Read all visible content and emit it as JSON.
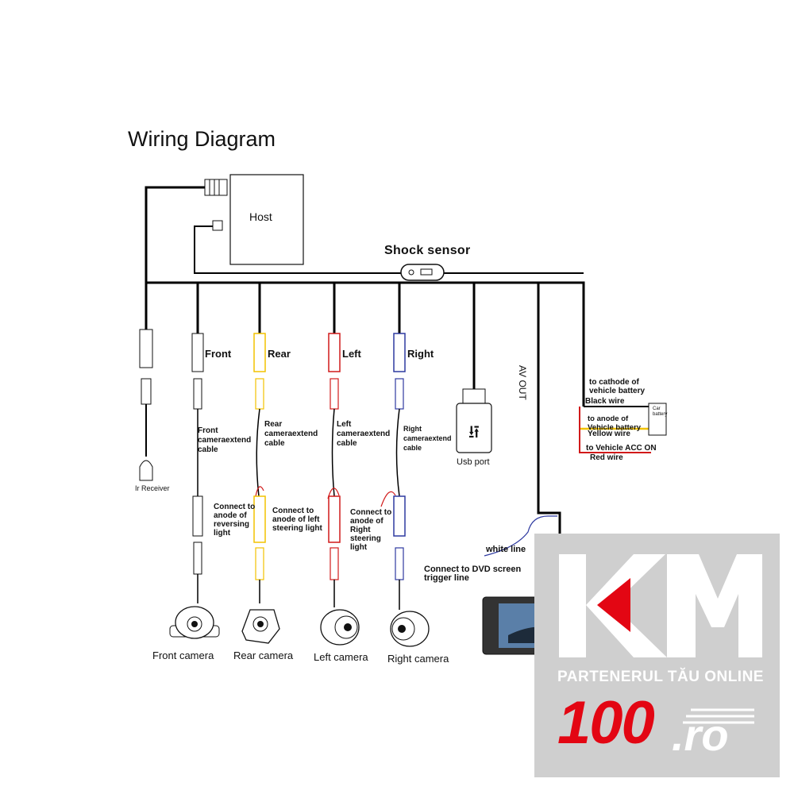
{
  "title": "Wiring Diagram",
  "host": "Host",
  "shock_sensor": "Shock sensor",
  "channels": {
    "front": "Front",
    "rear": "Rear",
    "left": "Left",
    "right": "Right"
  },
  "extend_cables": {
    "front": [
      "Front",
      "cameraextend",
      "cable"
    ],
    "rear": [
      "Rear",
      "cameraextend",
      "cable"
    ],
    "left": [
      "Left",
      "cameraextend",
      "cable"
    ],
    "right": [
      "Right",
      "cameraextend",
      "cable"
    ]
  },
  "connect_notes": {
    "rear": [
      "Connect to",
      "anode of",
      "reversing",
      "light"
    ],
    "left": [
      "Connect to",
      "anode of left",
      " steering light"
    ],
    "right": [
      "Connect to",
      "anode of",
      "Right",
      "steering",
      "light"
    ]
  },
  "ir_receiver": "Ir Receiver",
  "usb_port": "Usb port",
  "av_out": "AV OUT",
  "dvd": {
    "white_line": "white line",
    "trigger": [
      "Connect to DVD screen",
      "trigger line"
    ]
  },
  "battery": {
    "cathode": [
      "to cathode of",
      "vehicle battery"
    ],
    "black_wire": "Black wire",
    "anode": [
      "to anode of",
      "Vehicle battery"
    ],
    "yellow_wire": "Yellow wire",
    "acc": "to Vehicle ACC ON",
    "red_wire": "Red wire",
    "box_label": "Car battery"
  },
  "cameras": {
    "front": "Front camera",
    "rear": "Rear camera",
    "left": "Left camera",
    "right": "Right camera"
  },
  "logo": {
    "tagline": "PARTENERUL TĂU ONLINE",
    "number": "100",
    "domain": ".ro",
    "colors": {
      "red": "#e30613",
      "white": "#ffffff",
      "grey": "#cfcfcf"
    }
  },
  "colors": {
    "wire": "#000000",
    "yellow": "#f2c200",
    "red": "#d11a1a",
    "blue": "#2e3aa0"
  }
}
